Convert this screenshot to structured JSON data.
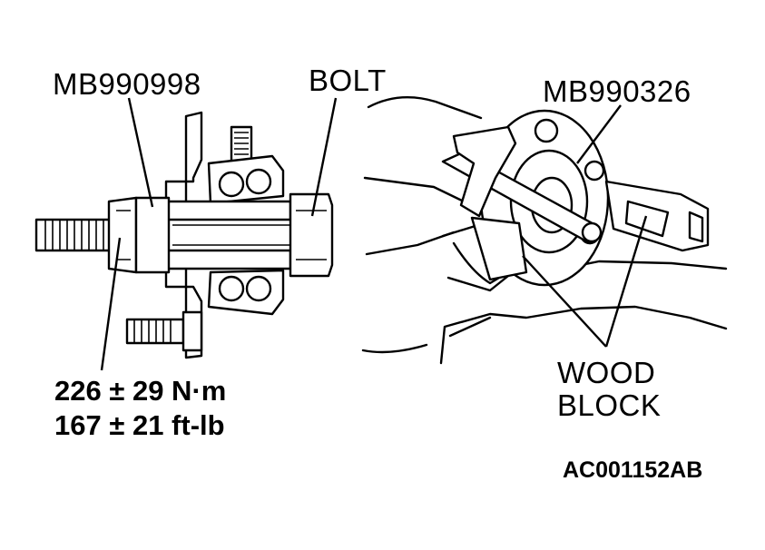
{
  "labels": {
    "tool_left": "MB990998",
    "bolt": "BOLT",
    "tool_right": "MB990326",
    "wood_block_line1": "WOOD",
    "wood_block_line2": "BLOCK"
  },
  "torque": {
    "metric": "226 ± 29 N·m",
    "imperial": "167 ± 21 ft-lb"
  },
  "figure_code": "AC001152AB"
}
